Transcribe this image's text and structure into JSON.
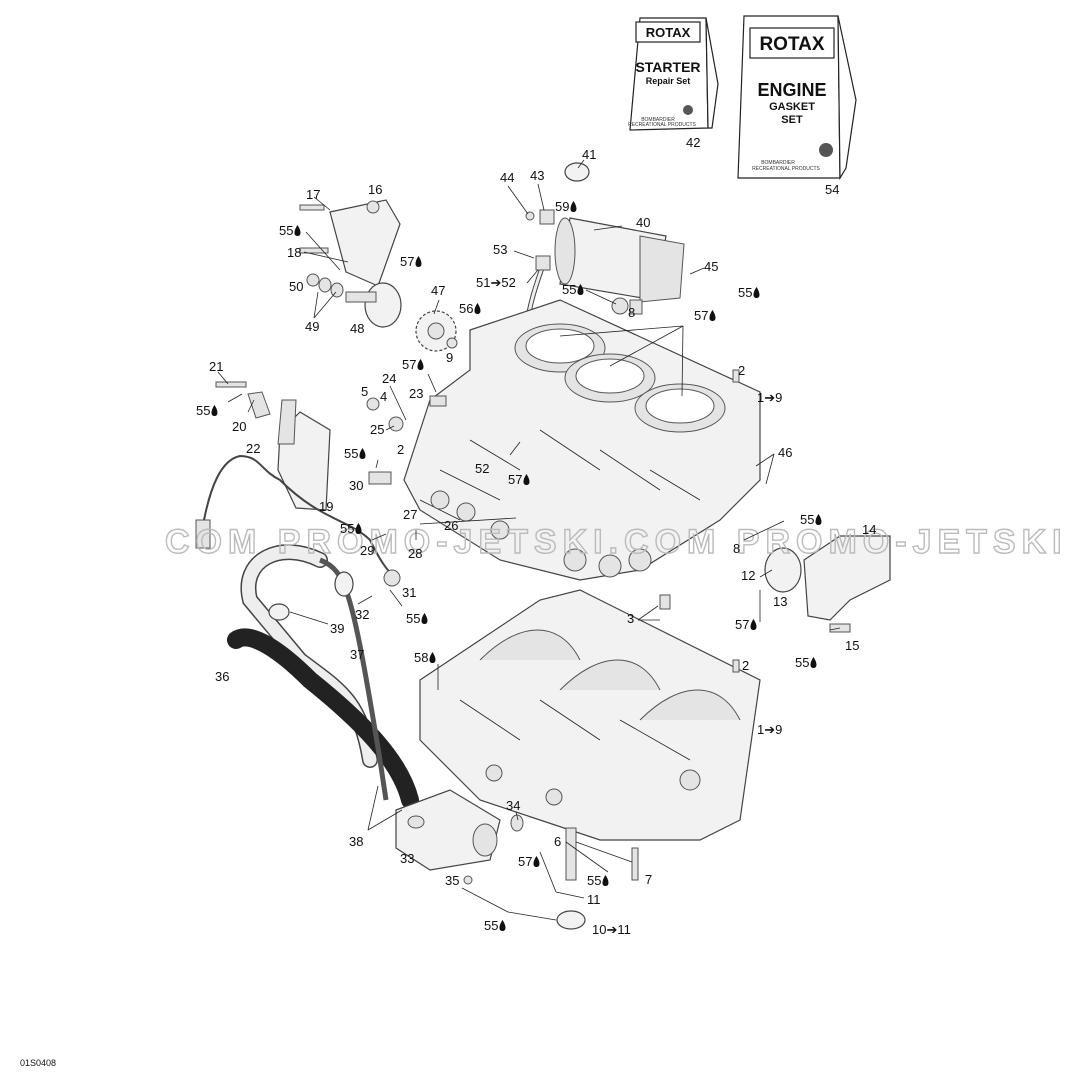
{
  "diagram": {
    "code": "01S0408",
    "watermark": "COM  PROMO-JETSKI.COM  PROMO-JETSKI"
  },
  "books": {
    "starter": {
      "brand": "ROTAX",
      "title": "STARTER",
      "subtitle": "Repair Set",
      "maker": "BOMBARDIER",
      "maker_sub": "RECREATIONAL PRODUCTS",
      "ref": "42"
    },
    "gasket": {
      "brand": "ROTAX",
      "title": "ENGINE",
      "line2": "GASKET",
      "line3": "SET",
      "maker": "BOMBARDIER",
      "maker_sub": "RECREATIONAL PRODUCTS",
      "ref": "54"
    }
  },
  "callouts": [
    {
      "id": "c41",
      "text": "41"
    },
    {
      "id": "c44",
      "text": "44"
    },
    {
      "id": "c43",
      "text": "43"
    },
    {
      "id": "c59",
      "text": "59"
    },
    {
      "id": "c40",
      "text": "40"
    },
    {
      "id": "c17",
      "text": "17"
    },
    {
      "id": "c16",
      "text": "16"
    },
    {
      "id": "c55a",
      "text": "55"
    },
    {
      "id": "c53",
      "text": "53"
    },
    {
      "id": "c18",
      "text": "18"
    },
    {
      "id": "c57a",
      "text": "57"
    },
    {
      "id": "c45",
      "text": "45"
    },
    {
      "id": "c51",
      "text": "51➔52"
    },
    {
      "id": "c55b",
      "text": "55"
    },
    {
      "id": "c55c",
      "text": "55"
    },
    {
      "id": "c50",
      "text": "50"
    },
    {
      "id": "c47",
      "text": "47"
    },
    {
      "id": "c8a",
      "text": "8"
    },
    {
      "id": "c49",
      "text": "49"
    },
    {
      "id": "c48",
      "text": "48"
    },
    {
      "id": "c56",
      "text": "56"
    },
    {
      "id": "c57b",
      "text": "57"
    },
    {
      "id": "c9",
      "text": "9"
    },
    {
      "id": "c21",
      "text": "21"
    },
    {
      "id": "c57c",
      "text": "57"
    },
    {
      "id": "c2a",
      "text": "2"
    },
    {
      "id": "c24",
      "text": "24"
    },
    {
      "id": "c5",
      "text": "5"
    },
    {
      "id": "c4",
      "text": "4"
    },
    {
      "id": "c23",
      "text": "23"
    },
    {
      "id": "c19a",
      "text": "1➔9"
    },
    {
      "id": "c55d",
      "text": "55"
    },
    {
      "id": "c20",
      "text": "20"
    },
    {
      "id": "c25",
      "text": "25"
    },
    {
      "id": "c22",
      "text": "22"
    },
    {
      "id": "c2b",
      "text": "2"
    },
    {
      "id": "c46",
      "text": "46"
    },
    {
      "id": "c55e",
      "text": "55"
    },
    {
      "id": "c52",
      "text": "52"
    },
    {
      "id": "c57d",
      "text": "57"
    },
    {
      "id": "c30",
      "text": "30"
    },
    {
      "id": "c19",
      "text": "19"
    },
    {
      "id": "c27",
      "text": "27"
    },
    {
      "id": "c55f",
      "text": "55"
    },
    {
      "id": "c55g",
      "text": "55"
    },
    {
      "id": "c26",
      "text": "26"
    },
    {
      "id": "c14",
      "text": "14"
    },
    {
      "id": "c29",
      "text": "29"
    },
    {
      "id": "c28",
      "text": "28"
    },
    {
      "id": "c8b",
      "text": "8"
    },
    {
      "id": "c12",
      "text": "12"
    },
    {
      "id": "c31",
      "text": "31"
    },
    {
      "id": "c13",
      "text": "13"
    },
    {
      "id": "c32",
      "text": "32"
    },
    {
      "id": "c55h",
      "text": "55"
    },
    {
      "id": "c3",
      "text": "3"
    },
    {
      "id": "c39",
      "text": "39"
    },
    {
      "id": "c57e",
      "text": "57"
    },
    {
      "id": "c15",
      "text": "15"
    },
    {
      "id": "c37",
      "text": "37"
    },
    {
      "id": "c58",
      "text": "58"
    },
    {
      "id": "c2c",
      "text": "2"
    },
    {
      "id": "c55i",
      "text": "55"
    },
    {
      "id": "c36",
      "text": "36"
    },
    {
      "id": "c19b",
      "text": "1➔9"
    },
    {
      "id": "c34",
      "text": "34"
    },
    {
      "id": "c38",
      "text": "38"
    },
    {
      "id": "c6",
      "text": "6"
    },
    {
      "id": "c33",
      "text": "33"
    },
    {
      "id": "c57f",
      "text": "57"
    },
    {
      "id": "c55j",
      "text": "55"
    },
    {
      "id": "c7",
      "text": "7"
    },
    {
      "id": "c35",
      "text": "35"
    },
    {
      "id": "c11",
      "text": "11"
    },
    {
      "id": "c55k",
      "text": "55"
    },
    {
      "id": "c1011",
      "text": "10➔11"
    }
  ]
}
